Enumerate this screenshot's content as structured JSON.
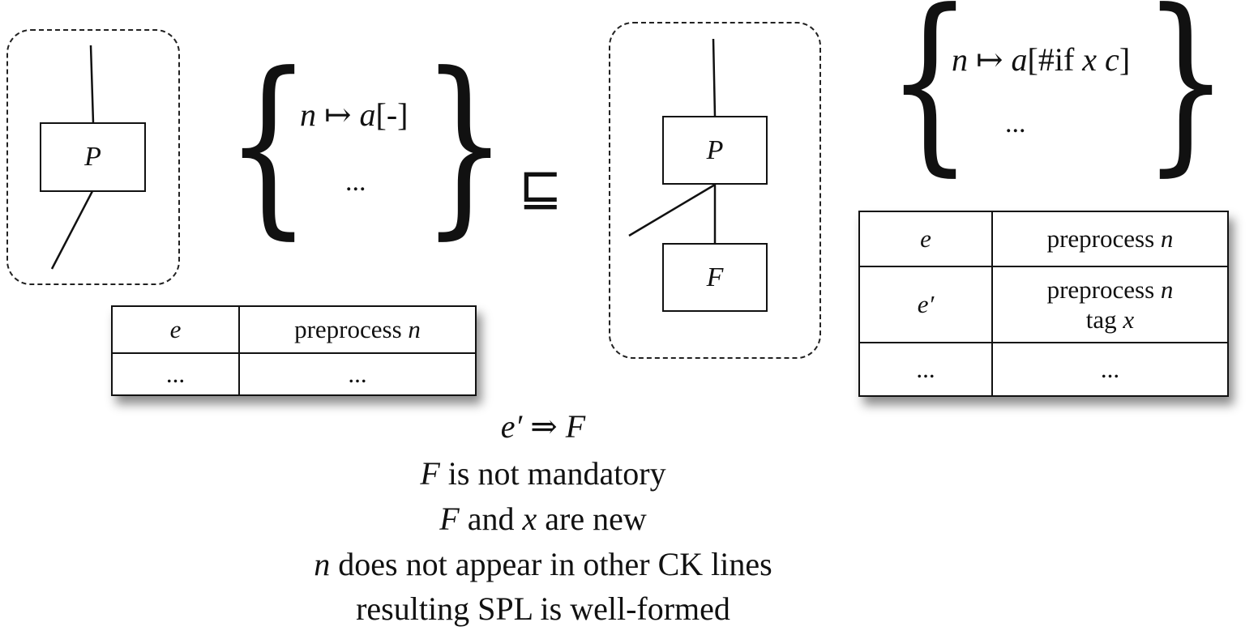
{
  "left": {
    "box_p": "P",
    "mapping": {
      "name": "n",
      "arrow": "↦",
      "annot": "a",
      "rest": "[-]",
      "ellipsis": "..."
    },
    "table": {
      "rows": [
        {
          "expr": "e",
          "tasks": [
            {
              "text": "preprocess ",
              "var": "n"
            }
          ]
        },
        {
          "expr": "...",
          "tasks": [
            {
              "text": "...",
              "var": ""
            }
          ]
        }
      ]
    }
  },
  "refines_symbol": "⊑",
  "right": {
    "box_p": "P",
    "box_f": "F",
    "mapping": {
      "name": "n",
      "arrow": "↦",
      "annot": "a",
      "open": "[#if ",
      "x": "x",
      "c": "c",
      "close": "]",
      "ellipsis": "..."
    },
    "table": {
      "rows": [
        {
          "expr": "e",
          "line1_text": "preprocess ",
          "line1_var": "n"
        },
        {
          "expr": "e′",
          "line1_text": "preprocess ",
          "line1_var": "n",
          "line2_text": "tag ",
          "line2_var": "x"
        },
        {
          "expr": "...",
          "line1_text": "..."
        }
      ]
    }
  },
  "conditions": {
    "c1": {
      "lhs": "e′",
      "op": "⇒",
      "rhs": "F"
    },
    "c2": {
      "var": "F",
      "text": " is not mandatory"
    },
    "c3": {
      "var1": "F",
      "mid": " and ",
      "var2": "x",
      "text": " are new"
    },
    "c4": {
      "var": "n",
      "text": " does not appear in other CK lines"
    },
    "c5": {
      "text": "resulting SPL is well-formed"
    }
  }
}
